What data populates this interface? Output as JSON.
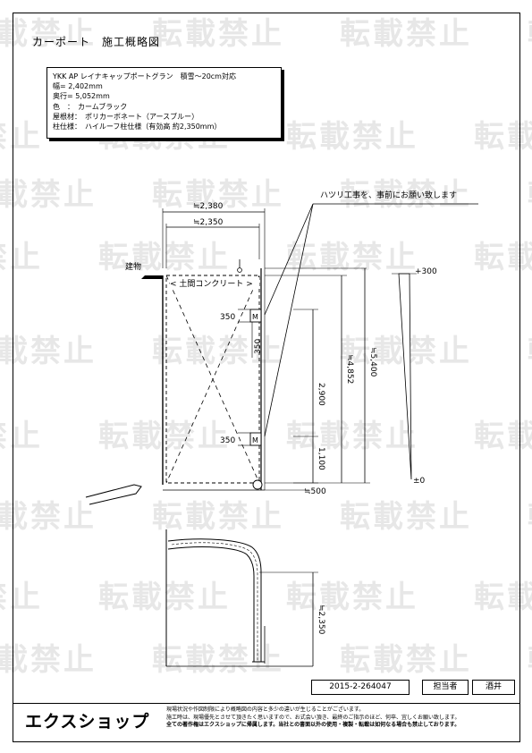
{
  "title": "カーポート　施工概略図",
  "watermark": "転載禁止",
  "spec": {
    "line1": "YKK AP レイナキャップポートグラン　積雪～20cm対応",
    "line2": "幅= 2,402mm",
    "line3": "奥行= 5,052mm",
    "line4": "色　：　カームブラック",
    "line5": "屋根材：　ポリカーボネート（アースブルー）",
    "line6": "柱仕様：　ハイルーフ柱仕様（有効高 約2,350mm）"
  },
  "note_hatsuri": "ハツリ工事を、事前にお願い致します",
  "labels": {
    "building": "建物",
    "concrete": "< 土間コンクリート >",
    "w_2380": "≒2,380",
    "w_2350": "≒2,350",
    "d_350a": "350",
    "d_350b": "350",
    "d_350c": "350",
    "d_2900": "2,900",
    "d_1100": "1,100",
    "d_4852": "≒4,852",
    "d_5400": "≒5,400",
    "d_500": "≒500",
    "lvl_300": "+300",
    "lvl_0": "±0",
    "h_2350": "≒2,350"
  },
  "info": {
    "code": "2015-2-264047",
    "role": "担当者",
    "name": "酒井"
  },
  "logo": "エクスショップ",
  "notice": {
    "line1": "現場状況や作図制限により概略図の内容と多少の違いが生じることがございます。",
    "line2": "施工時は、現場優先とさせて頂きたく思いますので、お式会い頂き、最終のご指示のほど、何卒、宜しくお願い致します。",
    "line3": "全ての著作権はエクスショップに帰属します。当社との書面以外の使用・複製・転載は如何なる場合も禁止しております。"
  }
}
